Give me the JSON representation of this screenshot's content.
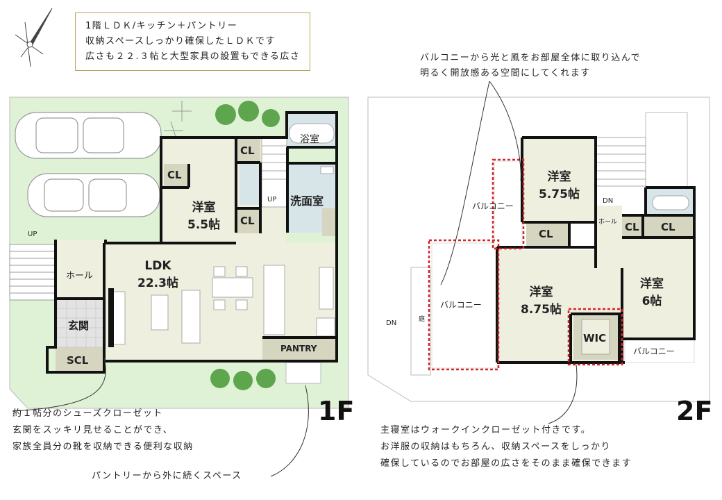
{
  "notes": {
    "ldk": [
      "1階ＬＤＫ/キッチン＋パントリー",
      "収納スペースしっかり確保したＬＤＫです",
      "広さも２２.３帖と大型家具の設置もできる広さ"
    ],
    "balcony": [
      "バルコニーから光と風をお部屋全体に取り込んで",
      "明るく開放感ある空間にしてくれます"
    ],
    "shoes": [
      "約１帖分のシューズクローゼット",
      "玄関をスッキリ見せることができ、",
      "家族全員分の靴を収納できる便利な収納"
    ],
    "pantry": [
      "パントリーから外に続くスペース"
    ],
    "master": [
      "主寝室はウォークインクローゼット付きです。",
      "お洋服の収納はもちろん、収納スペースをしっかり",
      "確保しているのでお部屋の広さをそのまま確保できます"
    ]
  },
  "floors": {
    "first": "1F",
    "second": "2F"
  },
  "rooms_1f": {
    "bath": "浴室",
    "washroom": "洗面室",
    "western": "洋室",
    "western_size": "5.5帖",
    "ldk": "LDK",
    "ldk_size": "22.3帖",
    "hall": "ホール",
    "entrance": "玄関",
    "scl": "SCL",
    "pantry": "PANTRY",
    "cl": "CL",
    "up": "UP"
  },
  "rooms_2f": {
    "western_a": "洋室",
    "western_a_size": "5.75帖",
    "western_b": "洋室",
    "western_b_size": "8.75帖",
    "western_c": "洋室",
    "western_c_size": "6帖",
    "cl": "CL",
    "wic": "WIC",
    "hall": "ホール",
    "balcony": "バルコニー",
    "dn": "DN",
    "yard": "庭"
  },
  "colors": {
    "garden": "#d9f0d0",
    "room": "#efefe0",
    "storage": "#d6d5c0",
    "wet": "#d7e4e8",
    "wall": "#111111",
    "tree": "#5ea64e",
    "highlight": "#d42424",
    "note_border": "#b8a35a"
  }
}
